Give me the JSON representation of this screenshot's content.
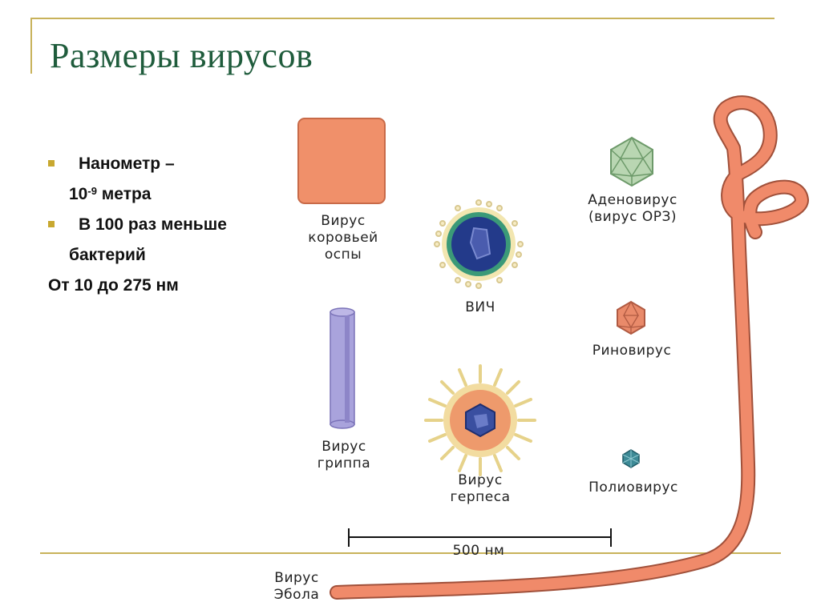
{
  "title": "Размеры вирусов",
  "bullets": {
    "b1": "Нанометр –",
    "b1_cont_base": "10",
    "b1_cont_exp": "-9",
    "b1_cont_rest": " метра",
    "b2": "В 100 раз меньше",
    "b2_cont": "бактерий",
    "b3": "От 10 до 275 нм"
  },
  "labels": {
    "vaccinia": "Вирус\nкоровьей\nоспы",
    "hiv": "ВИЧ",
    "adenovirus": "Аденовирус\n(вирус ОРЗ)",
    "rhinovirus": "Риновирус",
    "influenza": "Вирус\nгриппа",
    "herpes": "Вирус\nгерпеса",
    "poliovirus": "Полиовирус",
    "scale": "500 нм",
    "ebola": "Вирус\nЭбола"
  },
  "colors": {
    "title": "#1f5c3c",
    "frame": "#c8b25a",
    "bullet_marker": "#c8a830",
    "vaccinia": "#f0906a",
    "ebola": "#f08a6a",
    "influenza": "#a9a3dc",
    "hiv_core": "#233a8a",
    "adenovirus": "#b9d6b2",
    "rhinovirus": "#e98a6a",
    "poliovirus": "#3d8a96"
  },
  "icons": [
    "vaccinia-virus-icon",
    "hiv-virus-icon",
    "adenovirus-icon",
    "rhinovirus-icon",
    "influenza-virus-icon",
    "herpes-virus-icon",
    "poliovirus-icon",
    "ebola-virus-icon",
    "scale-bar-icon"
  ]
}
